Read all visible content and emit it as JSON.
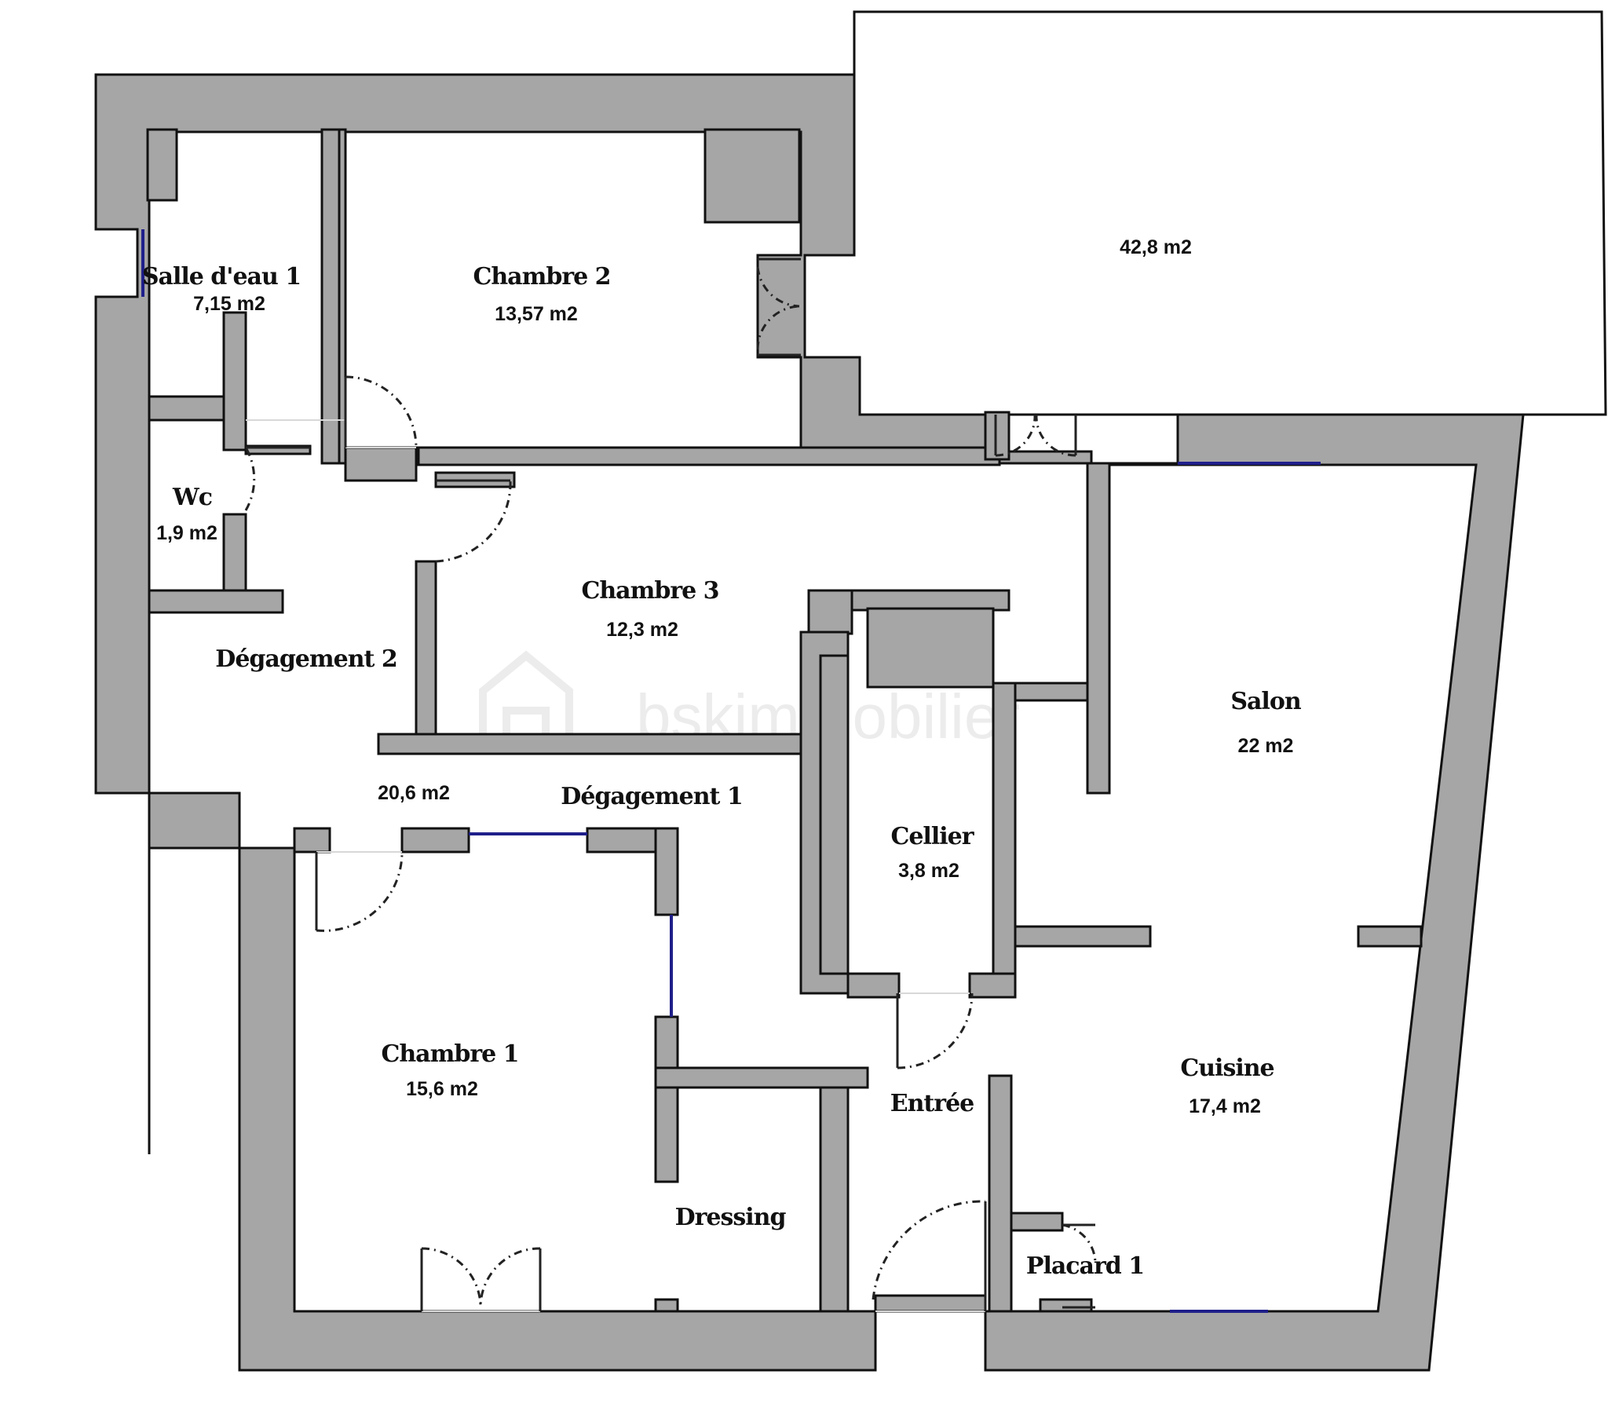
{
  "watermark": {
    "text": "bskimmobilier"
  },
  "rooms": [
    {
      "id": "salle-deau",
      "name": "Salle d'eau 1",
      "area": "7,15 m2"
    },
    {
      "id": "chambre-2",
      "name": "Chambre 2",
      "area": "13,57 m2"
    },
    {
      "id": "terrasse",
      "name": "",
      "area": "42,8 m2"
    },
    {
      "id": "wc",
      "name": "Wc",
      "area": "1,9 m2"
    },
    {
      "id": "chambre-3",
      "name": "Chambre 3",
      "area": "12,3 m2"
    },
    {
      "id": "degagement-2",
      "name": "Dégagement 2",
      "area": "20,6 m2"
    },
    {
      "id": "degagement-1",
      "name": "Dégagement 1",
      "area": ""
    },
    {
      "id": "salon",
      "name": "Salon",
      "area": "22 m2"
    },
    {
      "id": "cellier",
      "name": "Cellier",
      "area": "3,8 m2"
    },
    {
      "id": "chambre-1",
      "name": "Chambre 1",
      "area": "15,6 m2"
    },
    {
      "id": "entree",
      "name": "Entrée",
      "area": ""
    },
    {
      "id": "cuisine",
      "name": "Cuisine",
      "area": "17,4 m2"
    },
    {
      "id": "dressing",
      "name": "Dressing",
      "area": ""
    },
    {
      "id": "placard-1",
      "name": "Placard 1",
      "area": ""
    }
  ],
  "colors": {
    "wall": "#a6a6a6",
    "line": "#111111",
    "window": "#1f1f8a",
    "background": "#ffffff"
  }
}
